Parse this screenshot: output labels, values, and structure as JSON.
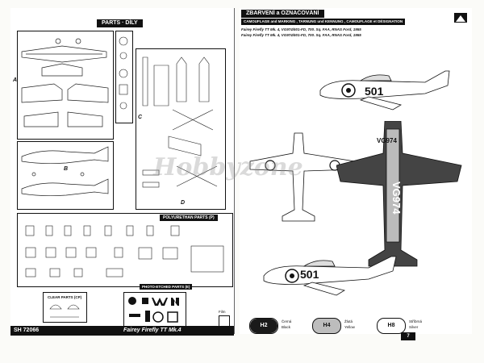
{
  "parts": {
    "title": "PARTS · DÍLY",
    "polyurethan_title": "POLYURETHAN PARTS (P)",
    "photo_etched_title": "PHOTO-ETCHED PARTS (E)",
    "clear_parts_title": "CLEAR PARTS (CP)",
    "sprue_letters": [
      "A",
      "B",
      "C",
      "D"
    ],
    "film_label": "Film",
    "footer_code": "SH 72066",
    "footer_title": "Fairey Firefly TT Mk.4"
  },
  "camouflage": {
    "title": "ZBARVENÍ a OZNAČOVÁNÍ",
    "subtitle": "CAMOUFLAGE and MARKING , TARNUNG und KENNUNG , CAMOUFLAGE et DÉSIGNATION",
    "scheme_1": "Fairey Firefly TT Mk. 4, VG974/501-FD, 700. Sq. FAA, RNAS Ford, 1955",
    "scheme_2": "Fairey Firefly TT Mk. 4, VG974/501-FD, 700. Sq. FAA, RNAS Ford, 1955",
    "aircraft_code": "501",
    "serial_code": "VG974",
    "page_number": "7",
    "colors": [
      {
        "code": "H2",
        "name_cz": "Černá",
        "name_en": "Black",
        "fill": "#1a1a1a",
        "text": "#ffffff"
      },
      {
        "code": "H4",
        "name_cz": "Žlutá",
        "name_en": "Yellow",
        "fill": "#bdbdbd",
        "text": "#111111"
      },
      {
        "code": "H8",
        "name_cz": "Stříbrná",
        "name_en": "Silver",
        "fill": "#ffffff",
        "text": "#111111"
      }
    ]
  },
  "watermark": {
    "text": "Hobbyzone"
  }
}
